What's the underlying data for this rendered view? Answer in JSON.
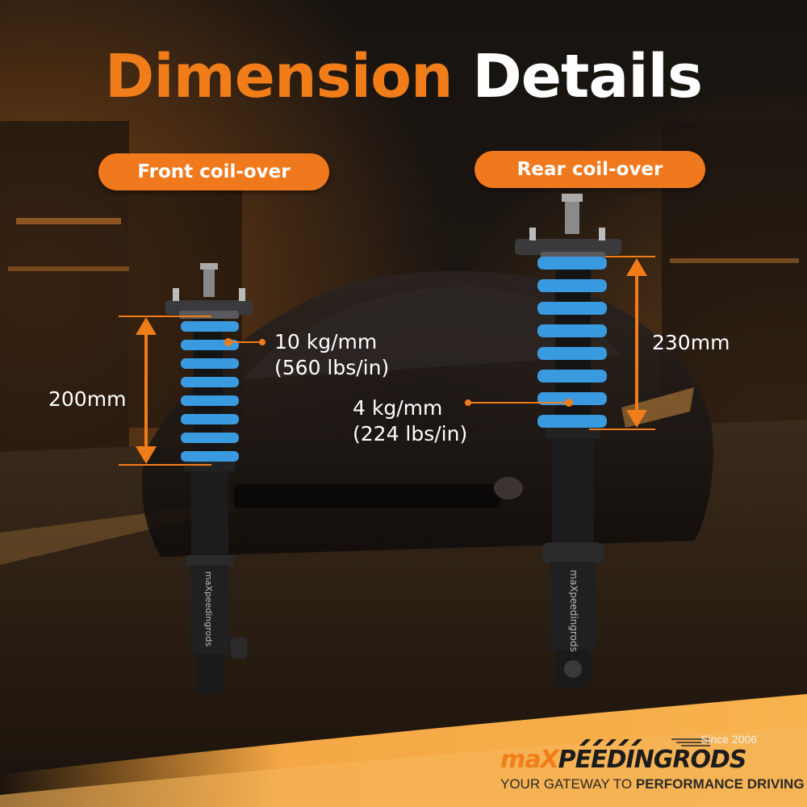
{
  "title": {
    "part1": "Dimension",
    "part2": "Details"
  },
  "front": {
    "label": "Front coil-over",
    "length": "200mm",
    "rate_line1": "10 kg/mm",
    "rate_line2": "(560 lbs/in)"
  },
  "rear": {
    "label": "Rear coil-over",
    "length": "230mm",
    "rate_line1": "4 kg/mm",
    "rate_line2": "(224 lbs/in)"
  },
  "logo": {
    "since": "Since 2006",
    "brand_part1": "maX",
    "brand_part2": "PEEDINGRODS",
    "tagline_part1": "YOUR GATEWAY TO ",
    "tagline_part2": "PERFORMANCE DRIVING",
    "shock_brand": "maXpeedingrods"
  },
  "colors": {
    "accent_orange": "#f07d1a",
    "spring_blue": "#3a9ae0",
    "background": "#0d0b09"
  }
}
